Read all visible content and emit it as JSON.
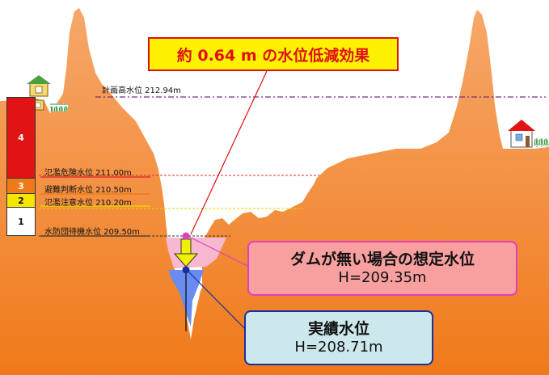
{
  "headline": "約 0.64 m の水位低減効果",
  "levels": [
    {
      "name": "計画高水位 212.94m",
      "value_m": 212.94,
      "line_color": "#7a2a8a"
    },
    {
      "name": "氾濫危険水位 211.00m",
      "value_m": 211.0,
      "line_color": "#e03030"
    },
    {
      "name": "避難判断水位 210.50m",
      "value_m": 210.5,
      "line_color": "#e07020"
    },
    {
      "name": "氾濫注意水位 210.20m",
      "value_m": 210.2,
      "line_color": "#e8e000"
    },
    {
      "name": "水防団待機水位 209.50m",
      "value_m": 209.5,
      "line_color": "#333333"
    }
  ],
  "stage_bar": [
    {
      "label": "4",
      "color": "#e01414"
    },
    {
      "label": "3",
      "color": "#f07a18"
    },
    {
      "label": "2",
      "color": "#f5e600"
    },
    {
      "label": "1",
      "color": "#ffffff"
    }
  ],
  "no_dam_box": {
    "title": "ダムが無い場合の想定水位",
    "value": "H=209.35m",
    "bg": "#f8a0a0",
    "border": "#e040c0"
  },
  "actual_box": {
    "title": "実績水位",
    "value": "H=208.71m",
    "bg": "#cde8ec",
    "border": "#1a2fa0"
  },
  "colors": {
    "terrain": "#f08a38",
    "no_dam_water": "#f8b8d0",
    "actual_water": "#6a8cf0",
    "arrow_fill": "#f0f000",
    "headline_bg": "#fff200",
    "headline_border": "#e01010",
    "headline_text": "#e01010"
  }
}
